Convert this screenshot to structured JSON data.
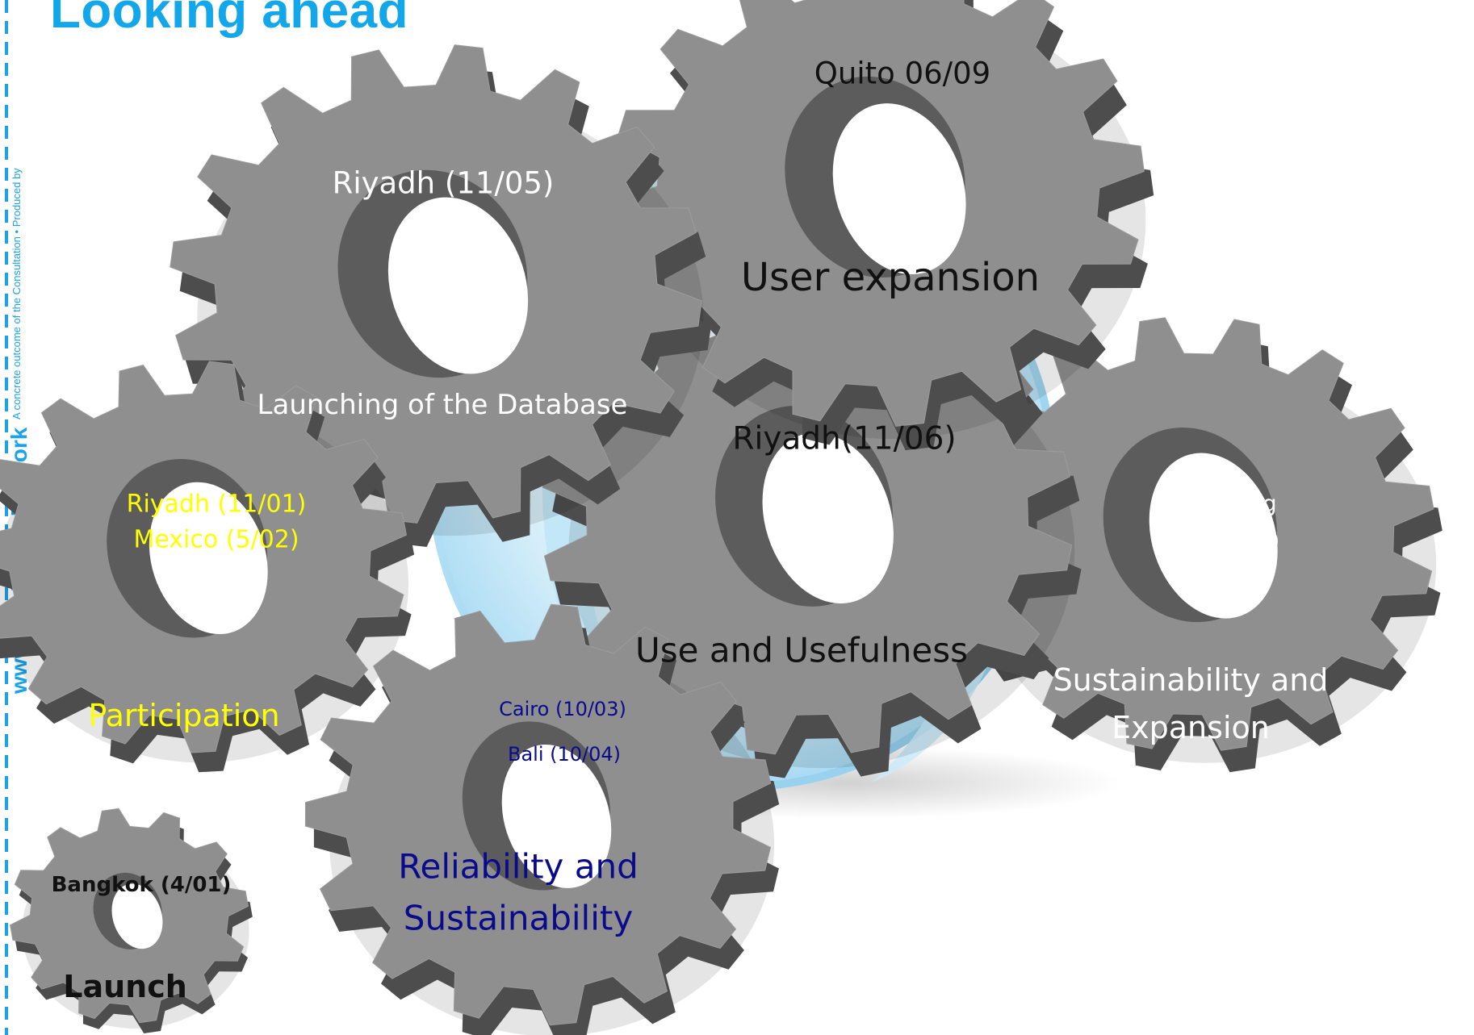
{
  "slide": {
    "title": "Looking ahead",
    "side_caption": "A concrete outcome of the Consultation • Produced by",
    "side_brand": "www.OneHealth Network"
  },
  "colors": {
    "title": "#12a6ea",
    "gear_face": "#8f8f8f",
    "gear_side": "#4d4d4d",
    "hole": "#5c5c5c",
    "swirl": "#b8e2f5",
    "white_text": "#ffffff",
    "yellow_text": "#ffff00",
    "navy_text": "#0a0a8c",
    "black_text": "#111111"
  },
  "gears": [
    {
      "id": "launch",
      "date_label": "Bangkok (4/01)",
      "phase_label": "Launch"
    },
    {
      "id": "participation",
      "date_label_lines": [
        "Riyadh (11/01)",
        "Mexico (5/02)"
      ],
      "phase_label": "Participation"
    },
    {
      "id": "database",
      "date_label": "Riyadh (11/05)",
      "phase_label": "Launching of the Database"
    },
    {
      "id": "reliability",
      "date_label_lines": [
        "Cairo (10/03)",
        "Bali (10/04)"
      ],
      "phase_label_lines": [
        "Reliability and",
        "Sustainability"
      ]
    },
    {
      "id": "use",
      "date_label": "Riyadh(11/06)",
      "phase_label": "Use and Usefulness"
    },
    {
      "id": "expansion",
      "date_label": "Quito 06/09",
      "phase_label": "User expansion"
    },
    {
      "id": "sustainability",
      "date_label_lines": [
        "Beijing",
        "(10/11)"
      ],
      "phase_label_lines": [
        "Sustainability and",
        "Expansion"
      ]
    }
  ]
}
